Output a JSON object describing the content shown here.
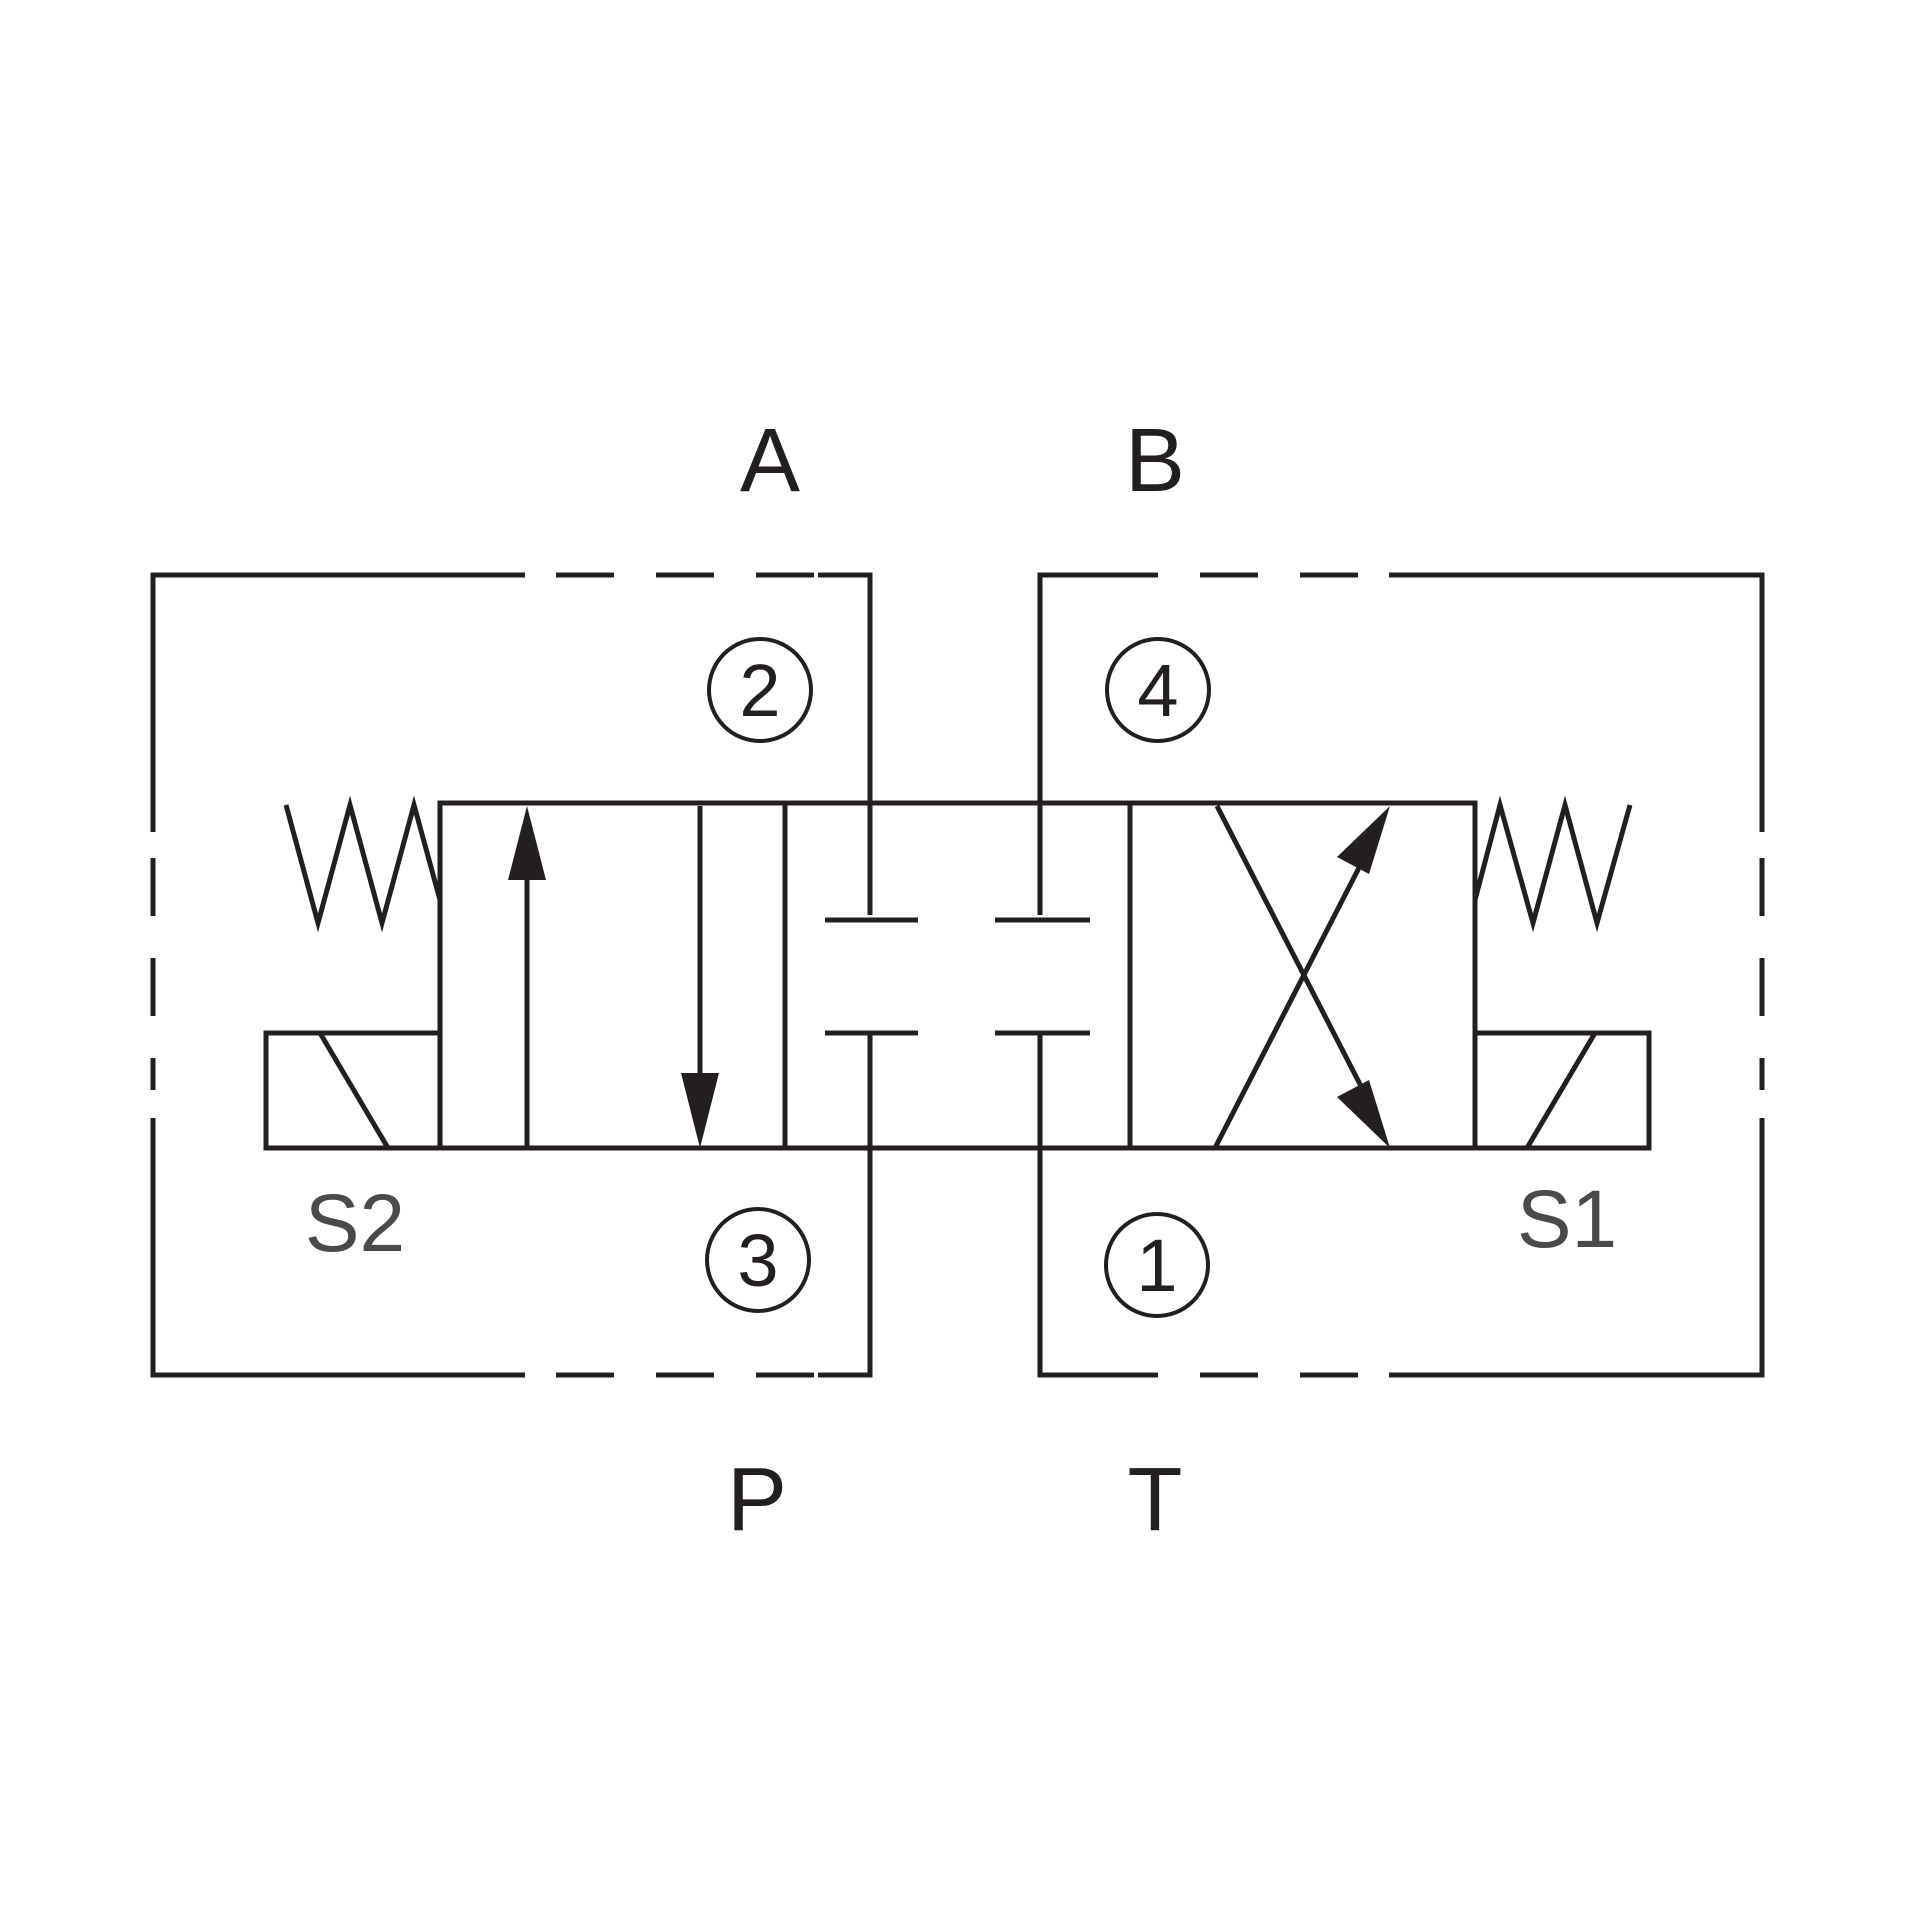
{
  "ports": {
    "a": "A",
    "b": "B",
    "p": "P",
    "t": "T"
  },
  "port_numbers": {
    "two": "2",
    "four": "4",
    "three": "3",
    "one": "1"
  },
  "solenoids": {
    "left": "S2",
    "right": "S1"
  },
  "colors": {
    "line": "#231f20",
    "background": "#ffffff"
  }
}
